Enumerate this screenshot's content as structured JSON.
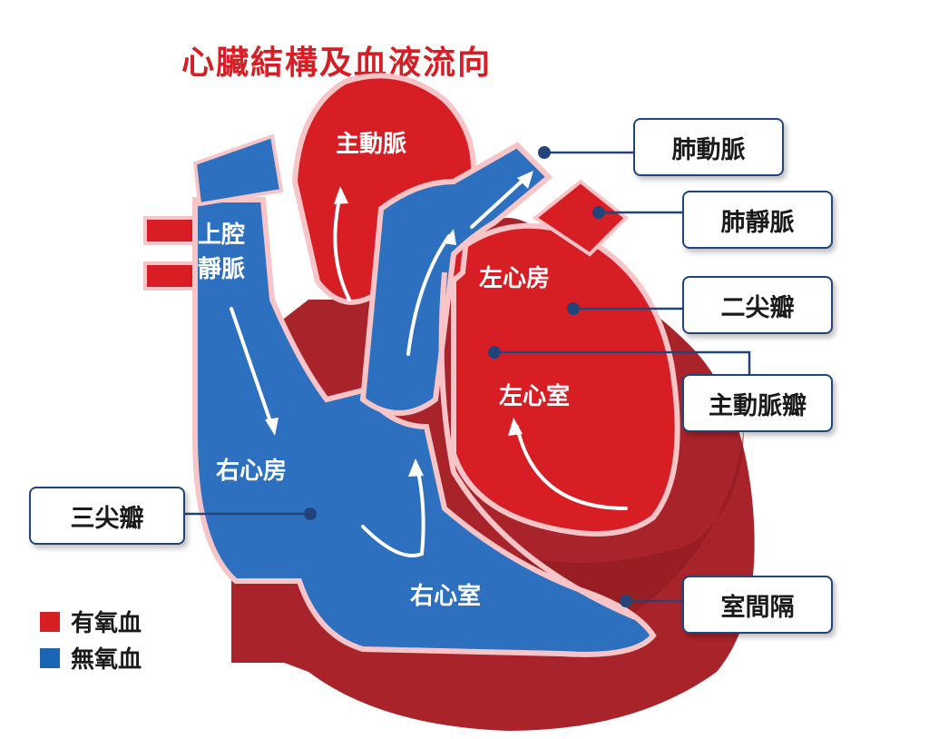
{
  "title": "心臟結構及血液流向",
  "labels": {
    "aorta": "主動脈",
    "svc_line1": "上腔",
    "svc_line2": "靜脈",
    "left_atrium": "左心房",
    "left_ventricle": "左心室",
    "right_atrium": "右心房",
    "right_ventricle": "右心室"
  },
  "callouts": {
    "pulmonary_artery": "肺動脈",
    "pulmonary_vein": "肺靜脈",
    "mitral_valve": "二尖瓣",
    "aortic_valve": "主動脈瓣",
    "tricuspid_valve": "三尖瓣",
    "septum": "室間隔"
  },
  "legend": [
    {
      "label": "有氧血",
      "color": "#d81e25"
    },
    {
      "label": "無氧血",
      "color": "#1c64b4"
    }
  ],
  "colors": {
    "oxygenated": "#d81e25",
    "deoxygenated": "#2c70bf",
    "muscle": "#a8242a",
    "outline": "#f7c5c8",
    "connector": "#22447a"
  }
}
